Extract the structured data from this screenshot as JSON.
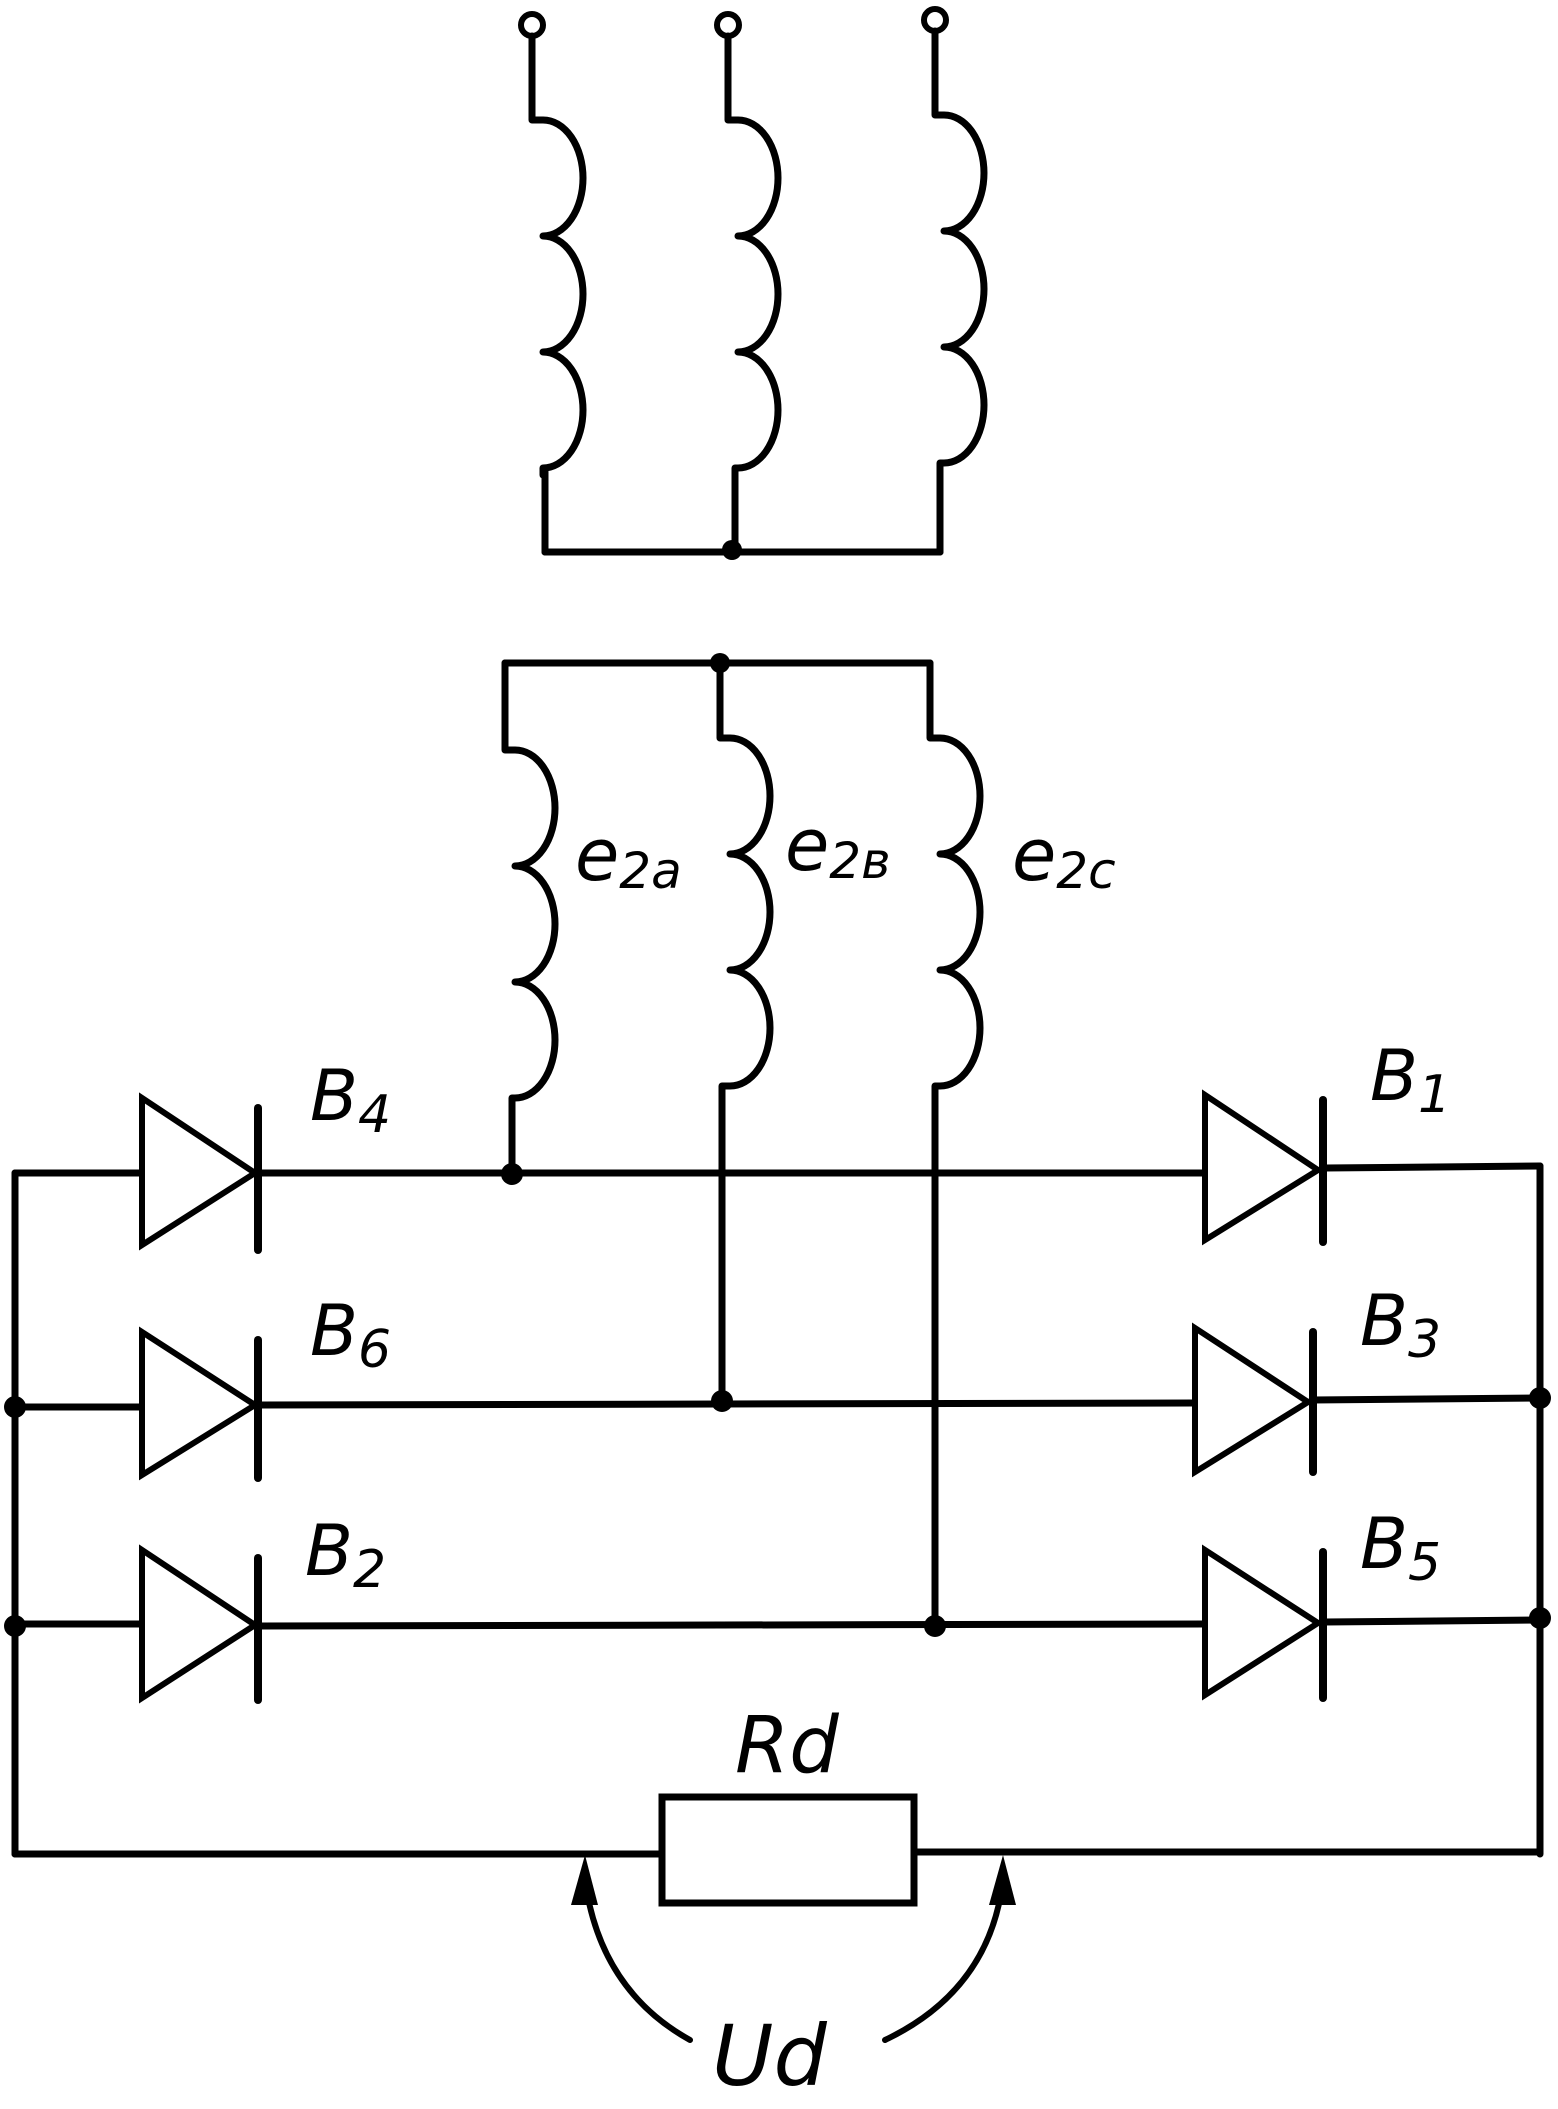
{
  "diagram": {
    "labels": {
      "e2a": "e",
      "e2a_sub": "2a",
      "e2b": "e",
      "e2b_sub": "2в",
      "e2c": "e",
      "e2c_sub": "2c",
      "B1": "B",
      "B1_sub": "1",
      "B2": "B",
      "B2_sub": "2",
      "B3": "B",
      "B3_sub": "3",
      "B4": "B",
      "B4_sub": "4",
      "B5": "B",
      "B5_sub": "5",
      "B6": "B",
      "B6_sub": "6",
      "Rd": "Rd",
      "Ud": "Ud"
    },
    "colors": {
      "ink": "#000000",
      "paper": "#ffffff"
    }
  }
}
